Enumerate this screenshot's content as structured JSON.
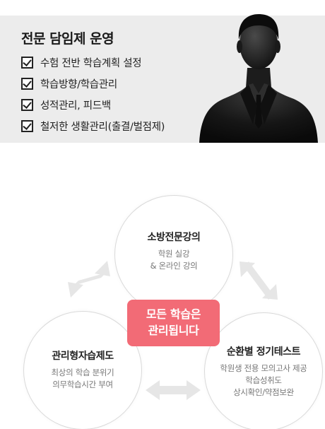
{
  "banner": {
    "title": "전문 담임제 운영",
    "items": [
      "수험 전반 학습계획 설정",
      "학습방향/학습관리",
      "성적관리, 피드백",
      "철저한 생활관리(출결/벌점제)"
    ]
  },
  "cycle": {
    "top": {
      "title": "소방전문강의",
      "lines": [
        "학원 실강",
        "& 온라인 강의"
      ]
    },
    "left": {
      "title": "관리형자습제도",
      "lines": [
        "최상의 학습 분위기",
        "의무학습시간 부여"
      ]
    },
    "right": {
      "title": "순환별 정기테스트",
      "lines": [
        "학원생 전용 모의고사 제공",
        "학습성취도",
        "상시확인/약점보완"
      ]
    },
    "center": {
      "lines": [
        "모든 학습은",
        "관리됩니다"
      ]
    }
  },
  "colors": {
    "accent": "#f26b76",
    "banner_bg": "#ececec",
    "arrow": "#e6e6e6"
  }
}
